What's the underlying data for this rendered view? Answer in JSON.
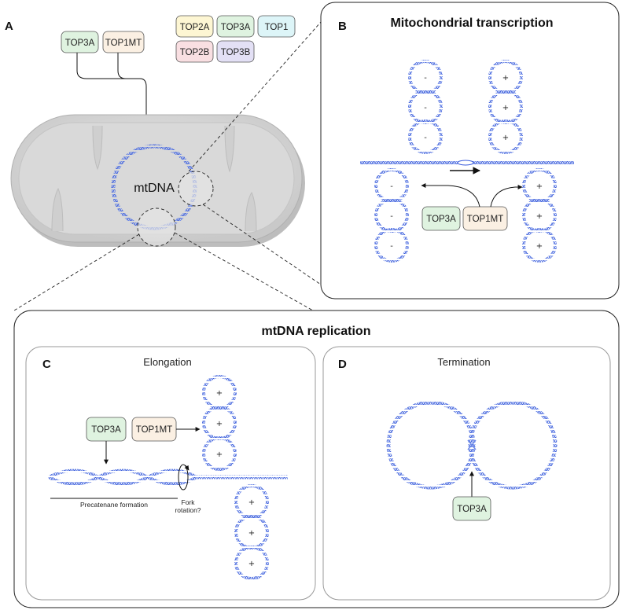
{
  "panels": {
    "a": {
      "letter": "A"
    },
    "b": {
      "letter": "B",
      "title": "Mitochondrial transcription"
    },
    "replication": {
      "title": "mtDNA replication"
    },
    "c": {
      "letter": "C",
      "title": "Elongation"
    },
    "d": {
      "letter": "D",
      "title": "Termination"
    }
  },
  "labels": {
    "top3a": "TOP3A",
    "top1mt": "TOP1MT",
    "top2a": "TOP2A",
    "top1": "TOP1",
    "top2b": "TOP2B",
    "top3b": "TOP3B",
    "mtdna": "mtDNA",
    "precatenane": "Precatenane formation",
    "fork_rotation_1": "Fork",
    "fork_rotation_2": "rotation?",
    "minus": "-",
    "plus": "+"
  },
  "colors": {
    "top3a_fill": "#dff3e0",
    "top1mt_fill": "#fbf0e3",
    "top2a_fill": "#fdf6d3",
    "top1_fill": "#ddf5f8",
    "top2b_fill": "#f9dfe2",
    "top3b_fill": "#e3e0f5",
    "dna_blue": "#3a5cdb",
    "mito_gray": "#d6d6d6"
  }
}
